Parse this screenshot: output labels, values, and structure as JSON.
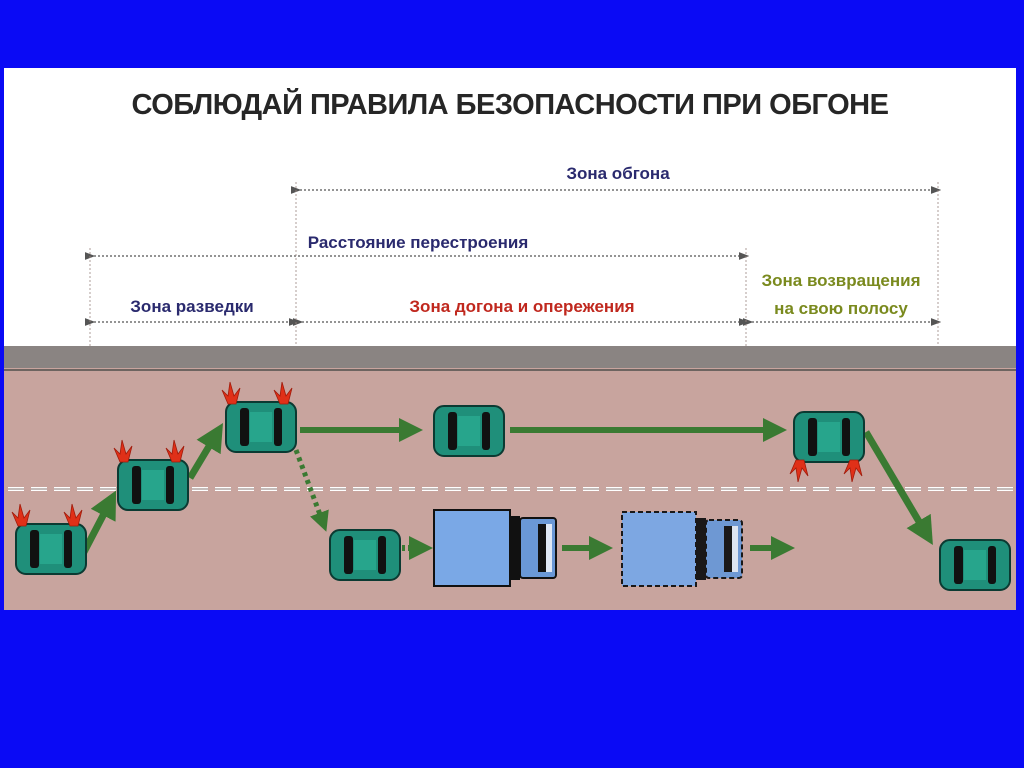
{
  "title": "СОБЛЮДАЙ ПРАВИЛА БЕЗОПАСНОСТИ ПРИ ОБГОНЕ",
  "zones": {
    "overtaking": "Зона обгона",
    "lane_change_distance": "Расстояние перестроения",
    "reconnaissance": "Зона разведки",
    "catch_up": "Зона догона и опережения",
    "return_line1": "Зона возвращения",
    "return_line2": "на свою полосу"
  },
  "colors": {
    "background": "#0a0af5",
    "road": "#c8a49e",
    "car": "#1f8f7a",
    "truck": "#7aa8e6",
    "arrow": "#3a7a32",
    "text_blue": "#2a2a6e",
    "text_red": "#c0281e",
    "text_olive": "#7a8a1e",
    "turn_signal": "#e03018"
  }
}
